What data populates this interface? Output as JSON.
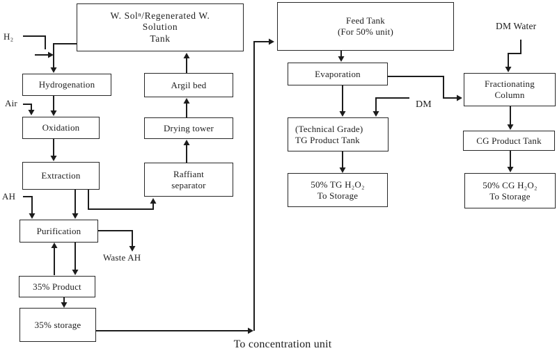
{
  "colors": {
    "background": "#ffffff",
    "line": "#1c1c1c",
    "text": "#1c1c1c"
  },
  "nodes": {
    "solution_tank": {
      "line1": "W. Solⁿ/Regenerated W.",
      "line2": "Solution",
      "line3": "Tank"
    },
    "hydrogenation": {
      "label": "Hydrogenation"
    },
    "oxidation": {
      "label": "Oxidation"
    },
    "extraction": {
      "label": "Extraction"
    },
    "purification": {
      "label": "Purification"
    },
    "product_35": {
      "label": "35% Product"
    },
    "storage_35": {
      "label": "35% storage"
    },
    "argil_bed": {
      "label": "Argil bed"
    },
    "drying_tower": {
      "label": "Drying tower"
    },
    "raffiant_separator": {
      "line1": "Raffiant",
      "line2": "separator"
    },
    "feed_tank": {
      "line1": "Feed Tank",
      "line2": "(For 50% unit)"
    },
    "evaporation": {
      "label": "Evaporation"
    },
    "tg_product_tank": {
      "line1": "(Technical Grade)",
      "line2": "TG Product Tank"
    },
    "tg_storage": {
      "line1": "50% TG H₂O₂",
      "line2": "To Storage"
    },
    "fractionating_column": {
      "line1": "Fractionating",
      "line2": "Column"
    },
    "cg_product_tank": {
      "label": "CG Product Tank"
    },
    "cg_storage": {
      "line1": "50% CG H₂O₂",
      "line2": "To Storage"
    }
  },
  "stream_labels": {
    "h2": "H₂",
    "air": "Air",
    "ah": "AH",
    "waste_ah": "Waste AH",
    "dm": "DM",
    "dm_water": "DM Water",
    "to_concentration_unit": "To concentration unit"
  }
}
